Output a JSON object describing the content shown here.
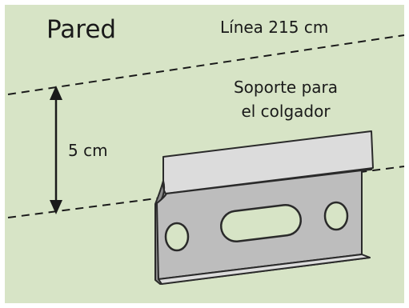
{
  "labels": {
    "wall": "Pared",
    "line": "Línea 215 cm",
    "bracket_line1": "Soporte para",
    "bracket_line2": "el colgador",
    "distance": "5 cm"
  },
  "colors": {
    "background": "#d7e4c6",
    "border": "#ffffff",
    "metal_light": "#dcdcdc",
    "metal_mid": "#bdbdbd",
    "metal_dark": "#8d8d8d",
    "outline": "#2a2a2a"
  }
}
